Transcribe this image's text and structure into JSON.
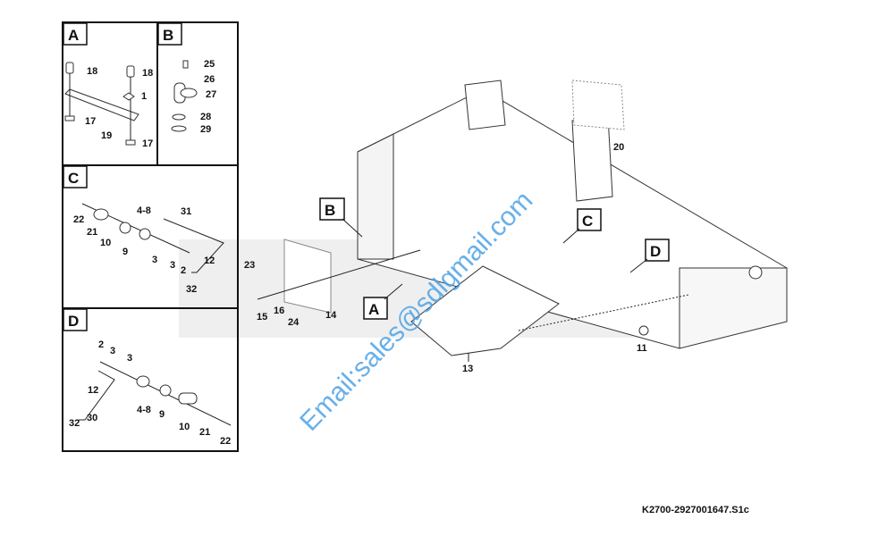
{
  "drawing_code": "K2700-2927001647.S1c",
  "watermark": "Email:sales@sdlgmail.com",
  "detail_panels": {
    "A": {
      "title": "A",
      "labels": [
        "18",
        "18",
        "1",
        "17",
        "19",
        "17"
      ]
    },
    "B": {
      "title": "B",
      "labels": [
        "25",
        "26",
        "27",
        "28",
        "29"
      ]
    },
    "C": {
      "title": "C",
      "labels": [
        "22",
        "21",
        "10",
        "9",
        "4-8",
        "31",
        "3",
        "3",
        "2",
        "12",
        "32"
      ]
    },
    "D": {
      "title": "D",
      "labels": [
        "2",
        "3",
        "3",
        "12",
        "32",
        "30",
        "4-8",
        "9",
        "10",
        "21",
        "22"
      ]
    }
  },
  "main_view": {
    "callouts": [
      "B",
      "A",
      "C",
      "D"
    ],
    "labels": [
      "20",
      "13",
      "11",
      "23",
      "15",
      "16",
      "14",
      "24"
    ]
  }
}
